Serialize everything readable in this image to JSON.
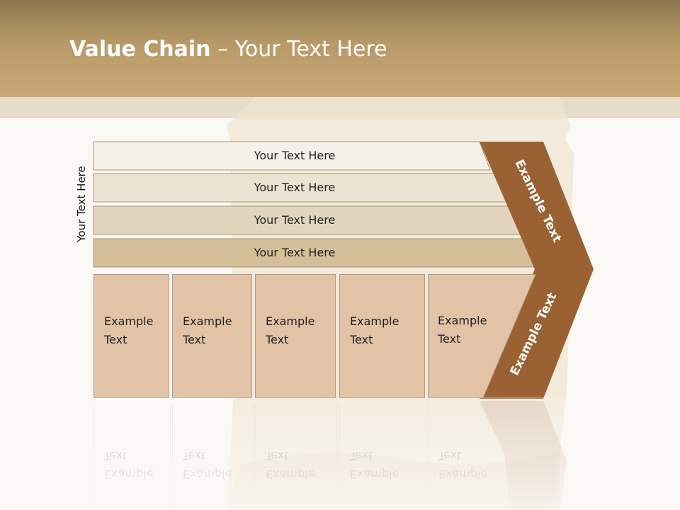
{
  "title": {
    "bold": "Value Chain",
    "rest": " – Your Text Here"
  },
  "side_label": "Your Text Here",
  "rows": [
    {
      "label": "Your Text Here",
      "fill": "#f5f1ea"
    },
    {
      "label": "Your Text Here",
      "fill": "#ede3d3"
    },
    {
      "label": "Your Text Here",
      "fill": "#e3d5bd"
    },
    {
      "label": "Your Text Here",
      "fill": "#d4bf98"
    }
  ],
  "boxes": [
    {
      "line1": "Example",
      "line2": "Text"
    },
    {
      "line1": "Example",
      "line2": "Text"
    },
    {
      "line1": "Example",
      "line2": "Text"
    },
    {
      "line1": "Example",
      "line2": "Text"
    },
    {
      "line1": "Example",
      "line2": "Text"
    }
  ],
  "chevron": {
    "top_text": "Example Text",
    "bottom_text": "Example Text",
    "color": "#9a6232"
  },
  "colors": {
    "header": "#b89a68",
    "box_fill": "#e2c3a6"
  }
}
